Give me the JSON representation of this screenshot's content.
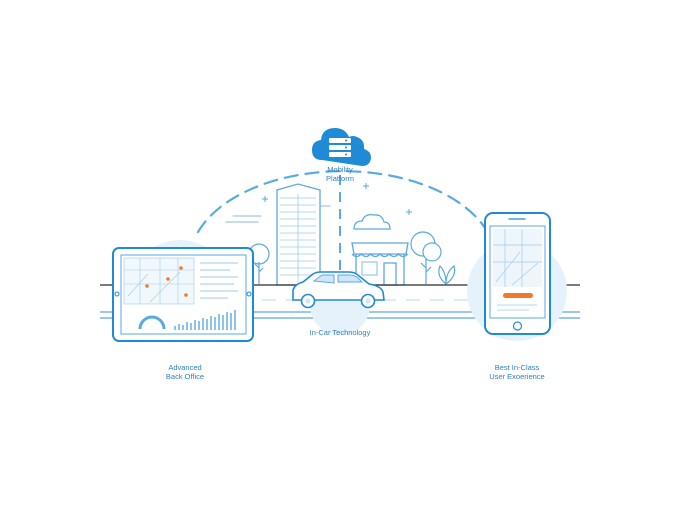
{
  "colors": {
    "primary": "#1f8ad6",
    "line": "#5aa9e0",
    "light": "#cfe6f7",
    "pale": "#e6f2fb",
    "road": "#2c2c2c",
    "accent": "#f07a2a",
    "text": "#2f7fc1"
  },
  "icons": {
    "cloud": "cloud-server-icon",
    "tablet": "tablet-dashboard-icon",
    "car": "car-icon",
    "phone": "smartphone-app-icon"
  },
  "labels": {
    "cloud_line1": "Mobility",
    "cloud_line2": "Platform",
    "car_label": "In-Car Technology",
    "tablet_line1": "Advanced",
    "tablet_line2": "Back Office",
    "phone_line1": "Best In-Class",
    "phone_line2": "User Exoerience"
  }
}
